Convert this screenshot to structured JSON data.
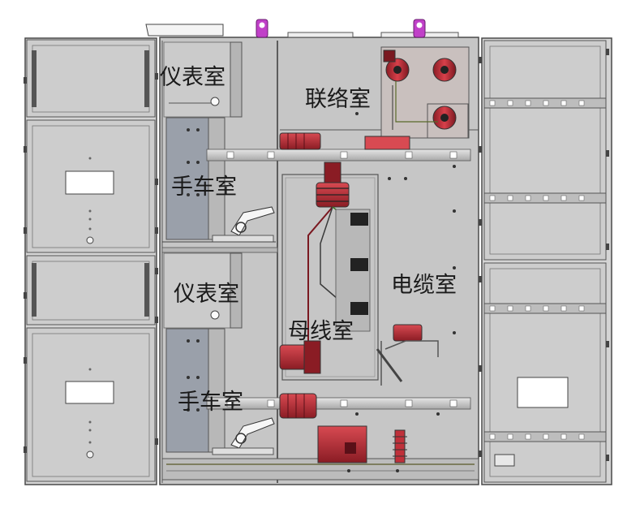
{
  "labels": {
    "instrument_room_1": "仪表室",
    "handcart_room_1": "手车室",
    "instrument_room_2": "仪表室",
    "handcart_room_2": "手车室",
    "tie_room": "联络室",
    "cable_room": "电缆室",
    "busbar_room": "母线室"
  },
  "colors": {
    "cabinet_fill": "#c8c8c8",
    "panel_fill": "#cfcfcf",
    "frame_line": "#4a4a4a",
    "insulator_red": "#c0303a",
    "door_window": "#ffffff",
    "lifting_eye": "#c040c8",
    "handcart_gray": "#9aa0aa"
  }
}
